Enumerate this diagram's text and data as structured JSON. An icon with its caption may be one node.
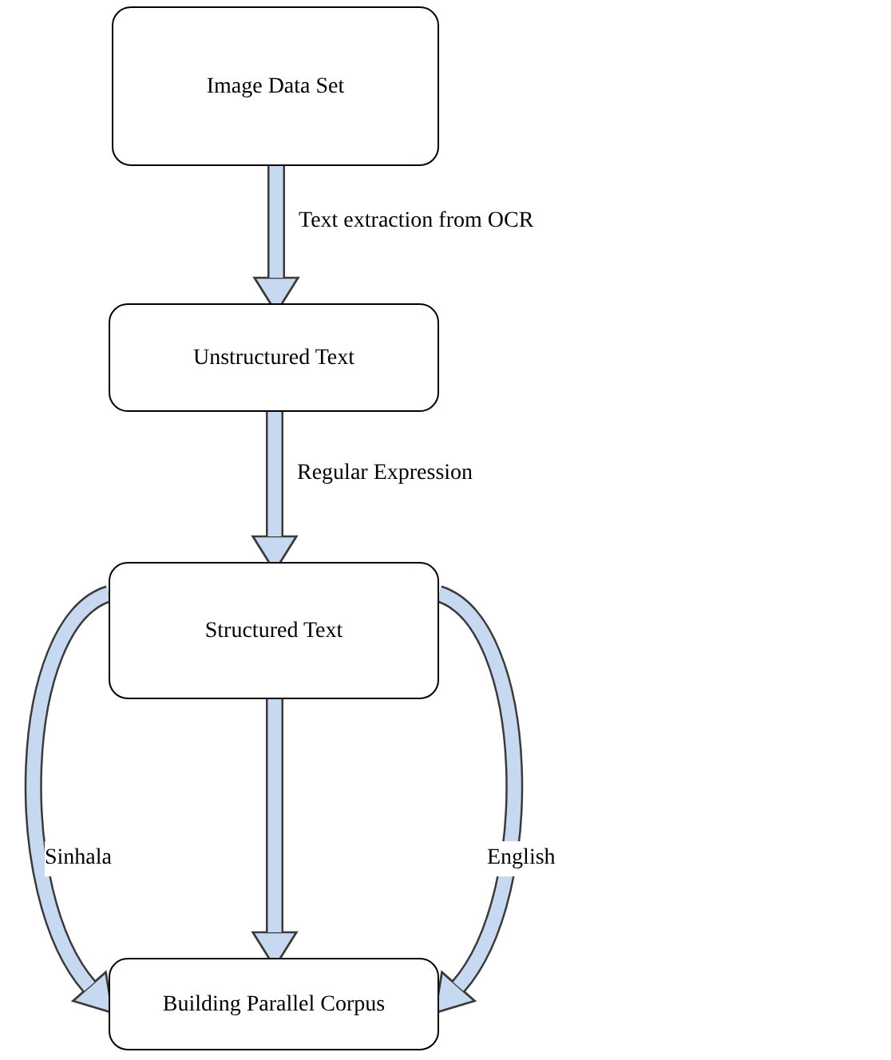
{
  "diagram": {
    "nodes": [
      {
        "text": [
          "Image Data Set"
        ]
      },
      {
        "text": [
          "Unstructured Text"
        ]
      },
      {
        "text": [
          "Structured Text"
        ]
      },
      {
        "text": [
          "Building Parallel Corpus"
        ]
      }
    ],
    "edges": [
      {
        "from": 0,
        "to": 1,
        "arrow": "to",
        "label": "Text extraction from OCR"
      },
      {
        "from": 1,
        "to": 2,
        "arrow": "to",
        "label": "Regular Expression"
      },
      {
        "from": 2,
        "to": 3,
        "arrow": "to"
      },
      {
        "from": 2,
        "to": 3,
        "arrow": "to",
        "label": "Sinhala"
      },
      {
        "from": 2,
        "to": 3,
        "arrow": "to",
        "label": "English"
      }
    ]
  }
}
